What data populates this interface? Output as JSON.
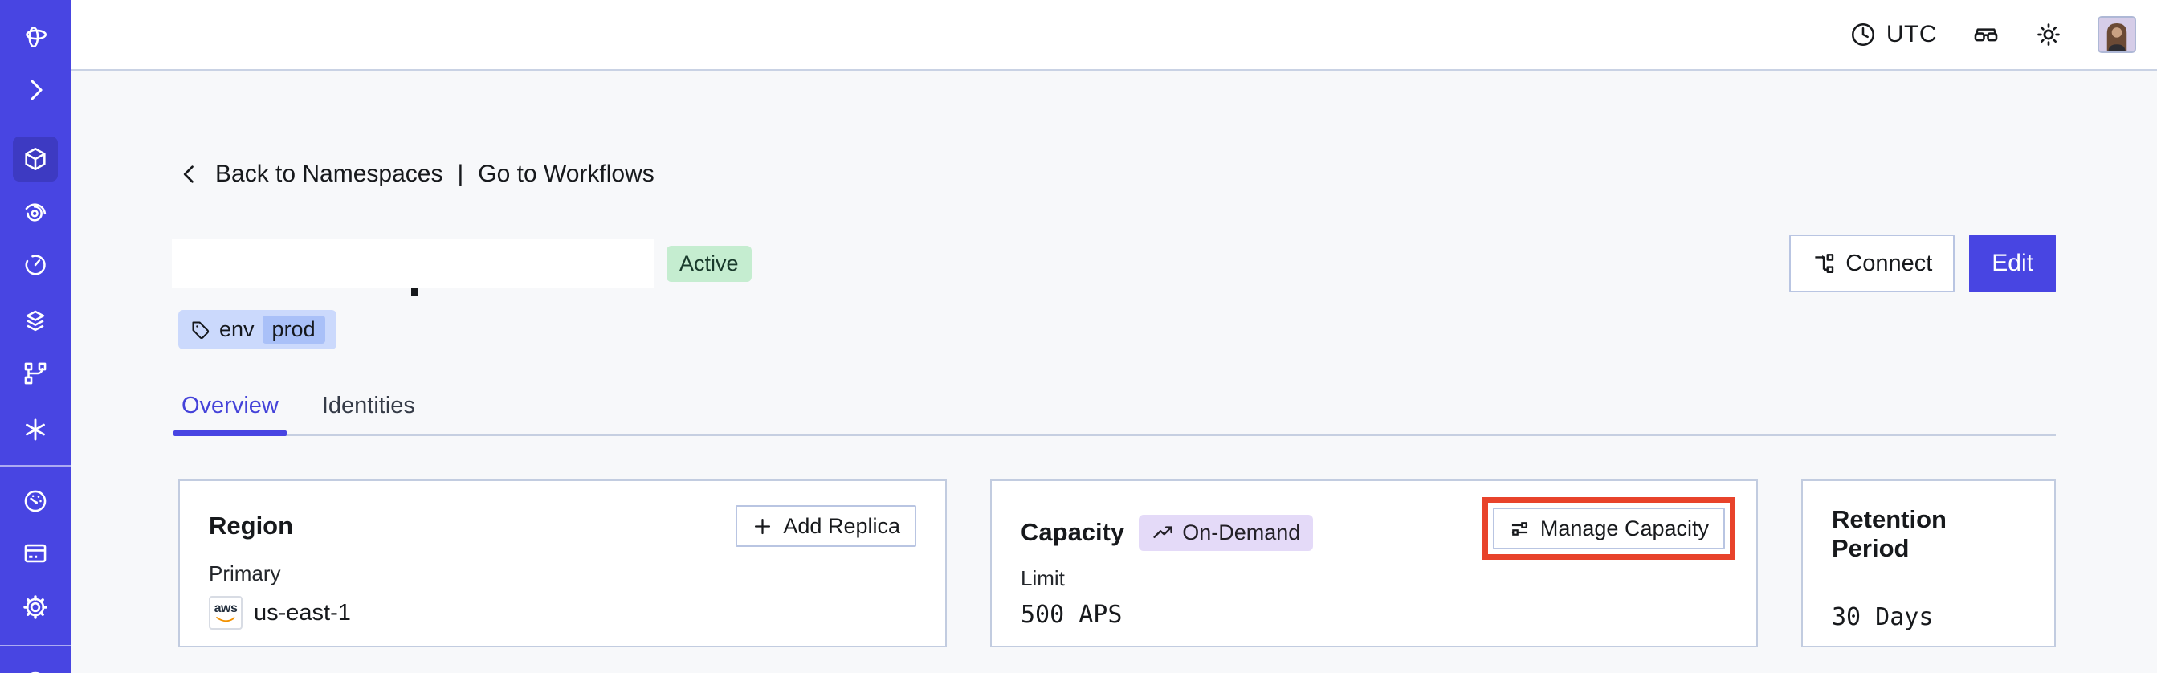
{
  "topbar": {
    "timezone": "UTC",
    "icons": [
      "clock-icon",
      "glasses-icon",
      "sun-icon",
      "avatar"
    ]
  },
  "breadcrumb": {
    "back_label": "Back to Namespaces",
    "separator": "|",
    "workflows_label": "Go to Workflows"
  },
  "namespace_header": {
    "name_redacted": true,
    "status_badge": "Active",
    "tag_key": "env",
    "tag_value": "prod",
    "connect_label": "Connect",
    "edit_label": "Edit"
  },
  "tabs": [
    {
      "label": "Overview",
      "active": true
    },
    {
      "label": "Identities",
      "active": false
    }
  ],
  "cards": {
    "region": {
      "title": "Region",
      "add_replica_label": "Add Replica",
      "field_label": "Primary",
      "provider": "aws",
      "value": "us-east-1"
    },
    "capacity": {
      "title": "Capacity",
      "badge": "On-Demand",
      "manage_label": "Manage Capacity",
      "field_label": "Limit",
      "value": "500 APS"
    },
    "retention": {
      "title": "Retention Period",
      "value": "30 Days"
    }
  },
  "sidebar": {
    "icons": [
      "temporal-logo",
      "chevron-right-icon",
      "namespaces-cube-icon",
      "workflows-spiral-icon",
      "schedules-timer-icon",
      "stack-layers-icon",
      "deployments-branch-icon",
      "nexus-asterisk-icon",
      "usage-gauge-icon",
      "billing-card-icon",
      "settings-gear-icon",
      "partial-bottom-icon"
    ],
    "active_icon": "namespaces-cube-icon"
  },
  "colors": {
    "sidebar": "#4845E2",
    "sidebar_active": "#3D3AC2",
    "accent": "#4845E2",
    "page_bg": "#F7F8FA",
    "card_border": "#C2CCE0",
    "button_border": "#B9C5E2",
    "status_badge_bg": "#C5EDD0",
    "tag_bg": "#CBD9FC",
    "tag_inner_bg": "#A9C0F8",
    "on_demand_bg": "#E4DAF8",
    "highlight_red": "#E8432B",
    "aws_orange": "#F29100"
  }
}
